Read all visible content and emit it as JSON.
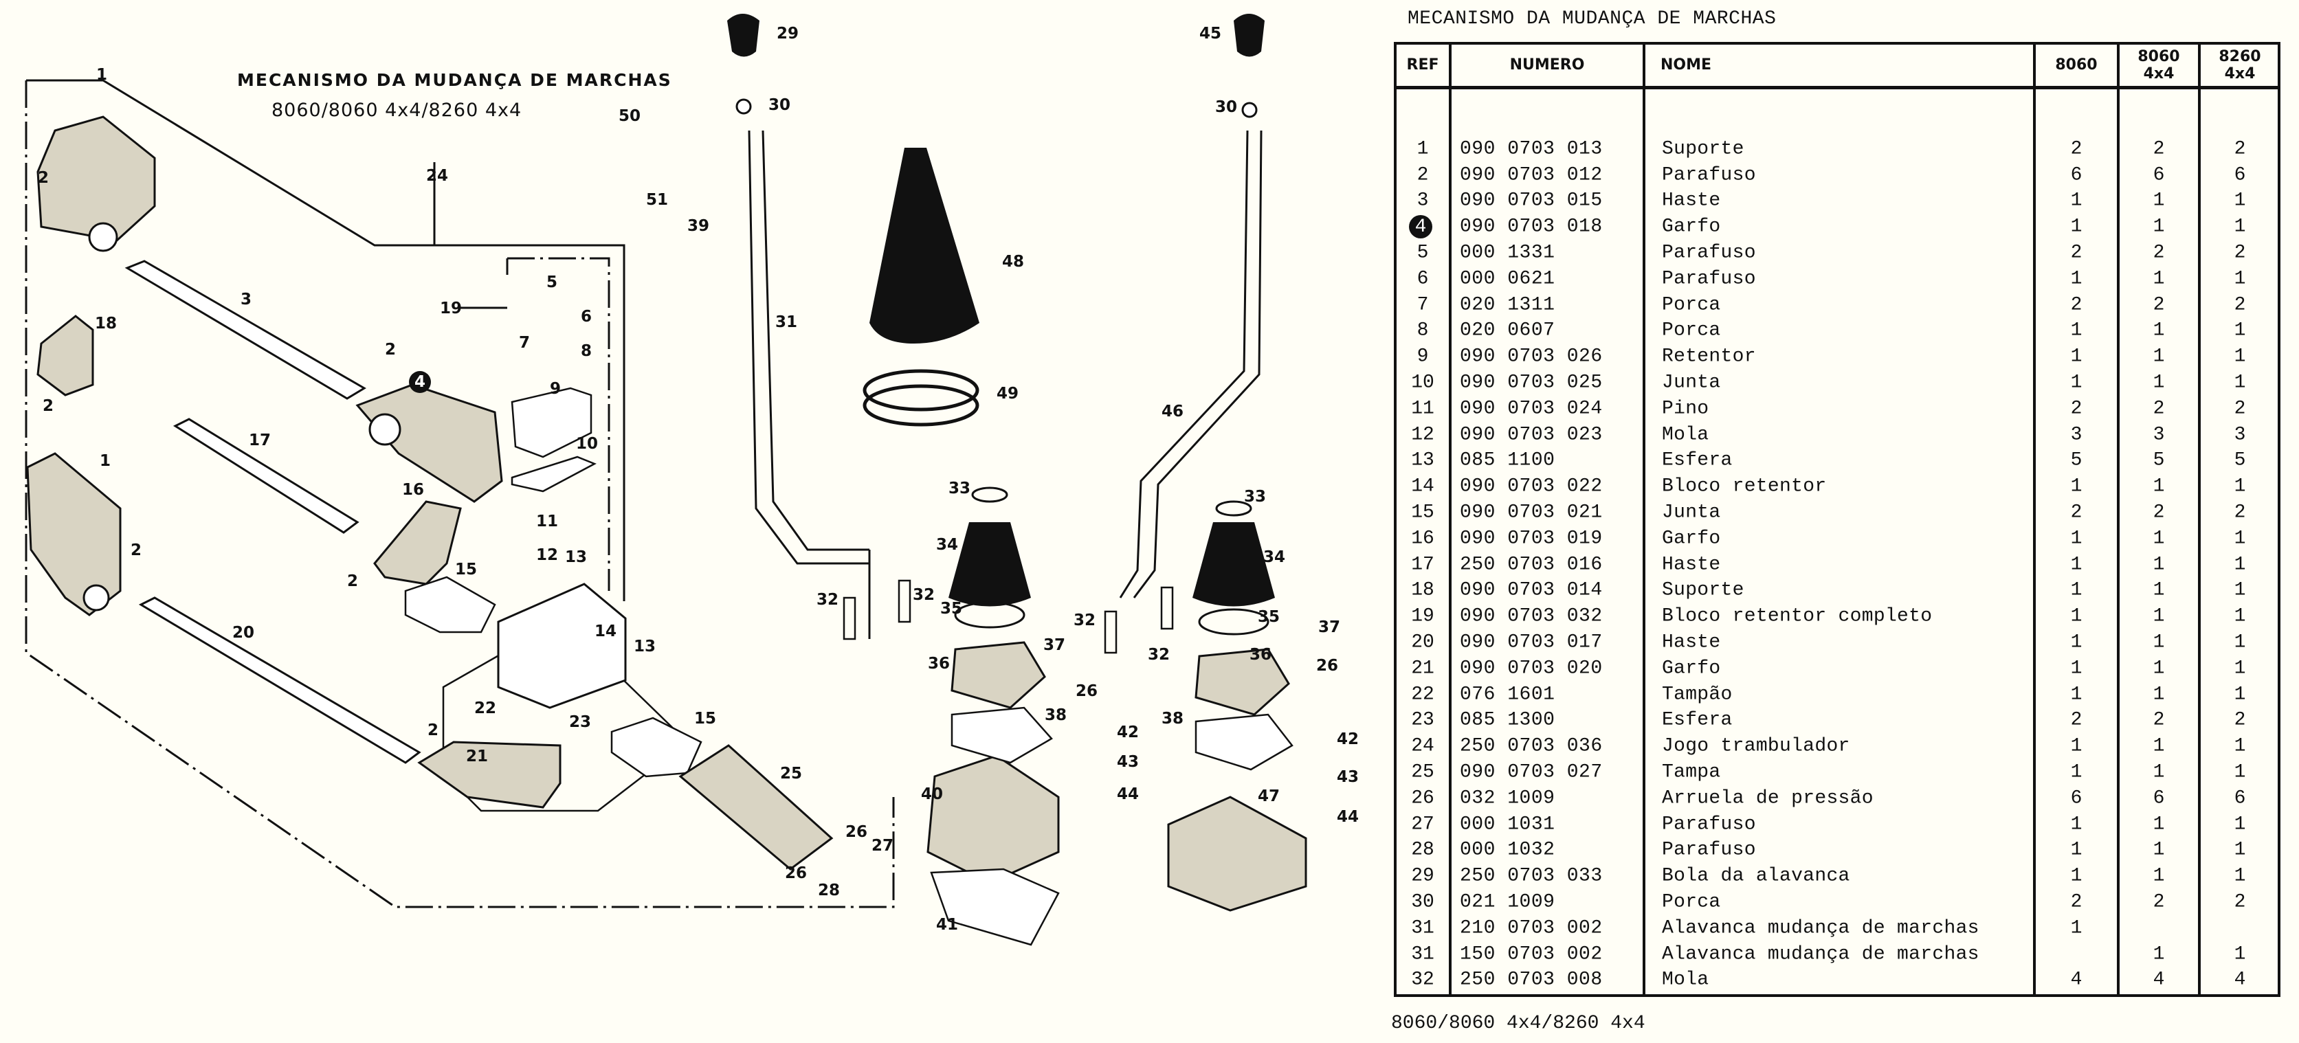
{
  "diagram": {
    "title": "MECANISMO DA MUDANÇA DE MARCHAS",
    "subtitle": "8060/8060 4x4/8260 4x4",
    "callouts": [
      {
        "label": "1"
      },
      {
        "label": "2"
      },
      {
        "label": "24"
      },
      {
        "label": "50"
      },
      {
        "label": "51"
      },
      {
        "label": "39"
      },
      {
        "label": "3"
      },
      {
        "label": "19"
      },
      {
        "label": "5"
      },
      {
        "label": "6"
      },
      {
        "label": "7"
      },
      {
        "label": "8"
      },
      {
        "label": "18"
      },
      {
        "label": "2"
      },
      {
        "label": "4"
      },
      {
        "label": "2"
      },
      {
        "label": "9"
      },
      {
        "label": "10"
      },
      {
        "label": "17"
      },
      {
        "label": "1"
      },
      {
        "label": "16"
      },
      {
        "label": "11"
      },
      {
        "label": "2"
      },
      {
        "label": "12"
      },
      {
        "label": "13"
      },
      {
        "label": "2"
      },
      {
        "label": "15"
      },
      {
        "label": "14"
      },
      {
        "label": "13"
      },
      {
        "label": "20"
      },
      {
        "label": "22"
      },
      {
        "label": "23"
      },
      {
        "label": "15"
      },
      {
        "label": "2"
      },
      {
        "label": "21"
      },
      {
        "label": "25"
      },
      {
        "label": "26"
      },
      {
        "label": "27"
      },
      {
        "label": "26"
      },
      {
        "label": "28"
      },
      {
        "label": "29"
      },
      {
        "label": "30"
      },
      {
        "label": "31"
      },
      {
        "label": "48"
      },
      {
        "label": "49"
      },
      {
        "label": "33"
      },
      {
        "label": "34"
      },
      {
        "label": "32"
      },
      {
        "label": "32"
      },
      {
        "label": "35"
      },
      {
        "label": "36"
      },
      {
        "label": "37"
      },
      {
        "label": "26"
      },
      {
        "label": "38"
      },
      {
        "label": "42"
      },
      {
        "label": "43"
      },
      {
        "label": "40"
      },
      {
        "label": "44"
      },
      {
        "label": "41"
      },
      {
        "label": "45"
      },
      {
        "label": "30"
      },
      {
        "label": "46"
      },
      {
        "label": "33"
      },
      {
        "label": "34"
      },
      {
        "label": "32"
      },
      {
        "label": "32"
      },
      {
        "label": "35"
      },
      {
        "label": "37"
      },
      {
        "label": "36"
      },
      {
        "label": "26"
      },
      {
        "label": "38"
      },
      {
        "label": "42"
      },
      {
        "label": "43"
      },
      {
        "label": "47"
      },
      {
        "label": "44"
      }
    ]
  },
  "parts_list": {
    "title": "MECANISMO DA MUDANÇA DE MARCHAS",
    "footer": "8060/8060 4x4/8260 4x4",
    "highlighted_ref": "4",
    "columns": {
      "ref": "REF",
      "numero": "NUMERO",
      "nome": "NOME",
      "q1": "8060",
      "q2_line1": "8060",
      "q2_line2": "4x4",
      "q3_line1": "8260",
      "q3_line2": "4x4"
    },
    "rows": [
      {
        "ref": "1",
        "numero": "090 0703 013",
        "nome": "Suporte",
        "q8060": "2",
        "q8060_4x4": "2",
        "q8260_4x4": "2"
      },
      {
        "ref": "2",
        "numero": "090 0703 012",
        "nome": "Parafuso",
        "q8060": "6",
        "q8060_4x4": "6",
        "q8260_4x4": "6"
      },
      {
        "ref": "3",
        "numero": "090 0703 015",
        "nome": "Haste",
        "q8060": "1",
        "q8060_4x4": "1",
        "q8260_4x4": "1"
      },
      {
        "ref": "4",
        "numero": "090 0703 018",
        "nome": "Garfo",
        "q8060": "1",
        "q8060_4x4": "1",
        "q8260_4x4": "1"
      },
      {
        "ref": "5",
        "numero": "000 1331",
        "nome": "Parafuso",
        "q8060": "2",
        "q8060_4x4": "2",
        "q8260_4x4": "2"
      },
      {
        "ref": "6",
        "numero": "000 0621",
        "nome": "Parafuso",
        "q8060": "1",
        "q8060_4x4": "1",
        "q8260_4x4": "1"
      },
      {
        "ref": "7",
        "numero": "020 1311",
        "nome": "Porca",
        "q8060": "2",
        "q8060_4x4": "2",
        "q8260_4x4": "2"
      },
      {
        "ref": "8",
        "numero": "020 0607",
        "nome": "Porca",
        "q8060": "1",
        "q8060_4x4": "1",
        "q8260_4x4": "1"
      },
      {
        "ref": "9",
        "numero": "090 0703 026",
        "nome": "Retentor",
        "q8060": "1",
        "q8060_4x4": "1",
        "q8260_4x4": "1"
      },
      {
        "ref": "10",
        "numero": "090 0703 025",
        "nome": "Junta",
        "q8060": "1",
        "q8060_4x4": "1",
        "q8260_4x4": "1"
      },
      {
        "ref": "11",
        "numero": "090 0703 024",
        "nome": "Pino",
        "q8060": "2",
        "q8060_4x4": "2",
        "q8260_4x4": "2"
      },
      {
        "ref": "12",
        "numero": "090 0703 023",
        "nome": "Mola",
        "q8060": "3",
        "q8060_4x4": "3",
        "q8260_4x4": "3"
      },
      {
        "ref": "13",
        "numero": "085 1100",
        "nome": "Esfera",
        "q8060": "5",
        "q8060_4x4": "5",
        "q8260_4x4": "5"
      },
      {
        "ref": "14",
        "numero": "090 0703 022",
        "nome": "Bloco retentor",
        "q8060": "1",
        "q8060_4x4": "1",
        "q8260_4x4": "1"
      },
      {
        "ref": "15",
        "numero": "090 0703 021",
        "nome": "Junta",
        "q8060": "2",
        "q8060_4x4": "2",
        "q8260_4x4": "2"
      },
      {
        "ref": "16",
        "numero": "090 0703 019",
        "nome": "Garfo",
        "q8060": "1",
        "q8060_4x4": "1",
        "q8260_4x4": "1"
      },
      {
        "ref": "17",
        "numero": "250 0703 016",
        "nome": "Haste",
        "q8060": "1",
        "q8060_4x4": "1",
        "q8260_4x4": "1"
      },
      {
        "ref": "18",
        "numero": "090 0703 014",
        "nome": "Suporte",
        "q8060": "1",
        "q8060_4x4": "1",
        "q8260_4x4": "1"
      },
      {
        "ref": "19",
        "numero": "090 0703 032",
        "nome": "Bloco retentor completo",
        "q8060": "1",
        "q8060_4x4": "1",
        "q8260_4x4": "1"
      },
      {
        "ref": "20",
        "numero": "090 0703 017",
        "nome": "Haste",
        "q8060": "1",
        "q8060_4x4": "1",
        "q8260_4x4": "1"
      },
      {
        "ref": "21",
        "numero": "090 0703 020",
        "nome": "Garfo",
        "q8060": "1",
        "q8060_4x4": "1",
        "q8260_4x4": "1"
      },
      {
        "ref": "22",
        "numero": "076 1601",
        "nome": "Tampão",
        "q8060": "1",
        "q8060_4x4": "1",
        "q8260_4x4": "1"
      },
      {
        "ref": "23",
        "numero": "085 1300",
        "nome": "Esfera",
        "q8060": "2",
        "q8060_4x4": "2",
        "q8260_4x4": "2"
      },
      {
        "ref": "24",
        "numero": "250 0703 036",
        "nome": "Jogo trambulador",
        "q8060": "1",
        "q8060_4x4": "1",
        "q8260_4x4": "1"
      },
      {
        "ref": "25",
        "numero": "090 0703 027",
        "nome": "Tampa",
        "q8060": "1",
        "q8060_4x4": "1",
        "q8260_4x4": "1"
      },
      {
        "ref": "26",
        "numero": "032 1009",
        "nome": "Arruela de pressão",
        "q8060": "6",
        "q8060_4x4": "6",
        "q8260_4x4": "6"
      },
      {
        "ref": "27",
        "numero": "000 1031",
        "nome": "Parafuso",
        "q8060": "1",
        "q8060_4x4": "1",
        "q8260_4x4": "1"
      },
      {
        "ref": "28",
        "numero": "000 1032",
        "nome": "Parafuso",
        "q8060": "1",
        "q8060_4x4": "1",
        "q8260_4x4": "1"
      },
      {
        "ref": "29",
        "numero": "250 0703 033",
        "nome": "Bola da alavanca",
        "q8060": "1",
        "q8060_4x4": "1",
        "q8260_4x4": "1"
      },
      {
        "ref": "30",
        "numero": "021 1009",
        "nome": "Porca",
        "q8060": "2",
        "q8060_4x4": "2",
        "q8260_4x4": "2"
      },
      {
        "ref": "31",
        "numero": "210 0703 002",
        "nome": "Alavanca mudança de marchas",
        "q8060": "1",
        "q8060_4x4": "",
        "q8260_4x4": ""
      },
      {
        "ref": "31",
        "numero": "150 0703 002",
        "nome": "Alavanca mudança de marchas",
        "q8060": "",
        "q8060_4x4": "1",
        "q8260_4x4": "1"
      },
      {
        "ref": "32",
        "numero": "250 0703 008",
        "nome": "Mola",
        "q8060": "4",
        "q8060_4x4": "4",
        "q8260_4x4": "4"
      }
    ]
  }
}
